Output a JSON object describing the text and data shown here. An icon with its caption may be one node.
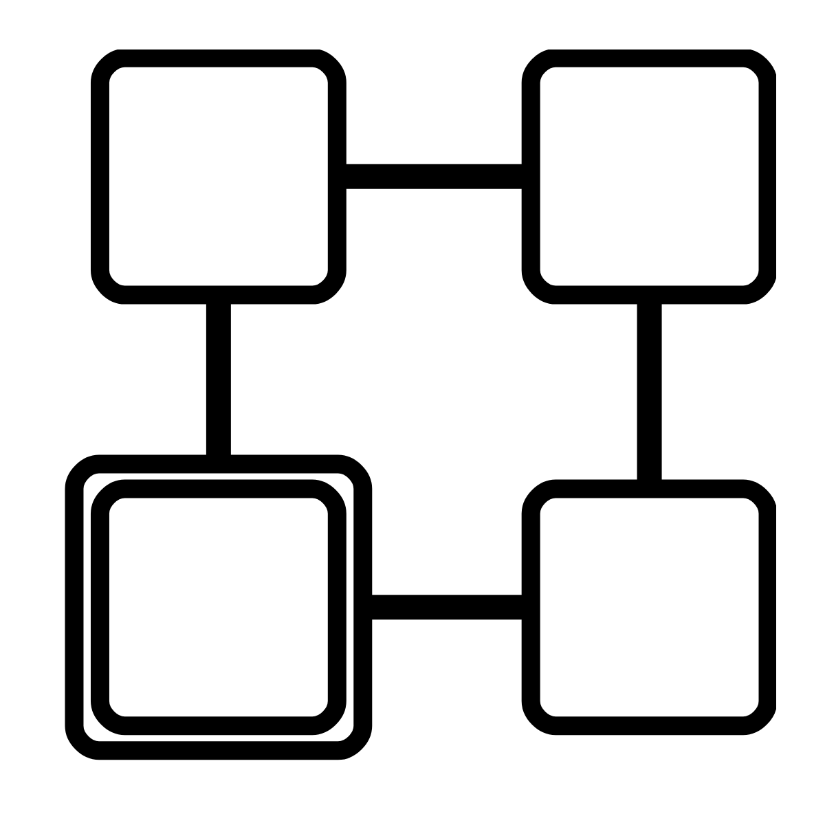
{
  "diagram": {
    "nodes": [
      {
        "text": [],
        "shape": "box"
      },
      {
        "text": [],
        "shape": "box"
      },
      {
        "text": [],
        "shape": "box"
      },
      {
        "text": [],
        "shape": "box",
        "in": 2
      },
      {
        "text": [],
        "shape": "box"
      }
    ],
    "edges": [
      {
        "from": 0,
        "to": 1,
        "arrow": "none"
      },
      {
        "from": 0,
        "to": 2,
        "arrow": "none"
      },
      {
        "from": 1,
        "to": 4,
        "arrow": "none"
      },
      {
        "from": 2,
        "to": 4,
        "arrow": "none"
      }
    ]
  }
}
